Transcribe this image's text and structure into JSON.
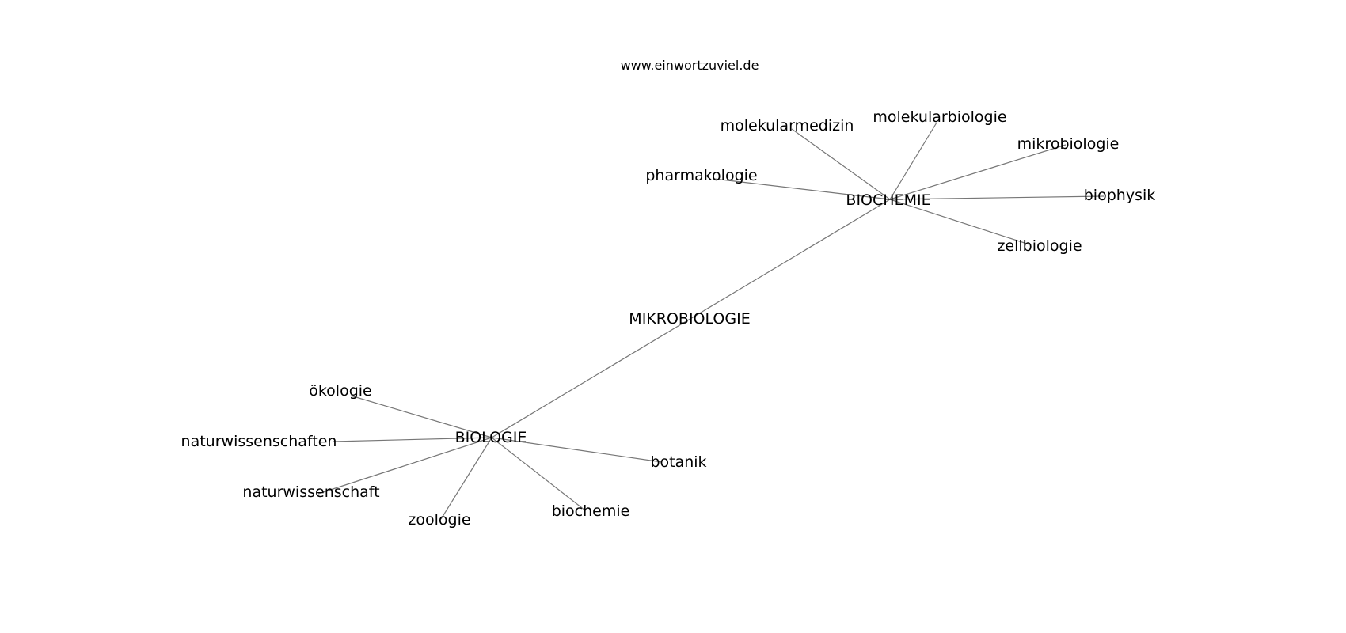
{
  "site_url": "www.einwortzuviel.de",
  "colors": {
    "background": "#ffffff",
    "edge": "#777777",
    "text": "#000000"
  },
  "nodes": [
    {
      "id": "mikrobiologie_center",
      "label": "MIKROBIOLOGIE"
    },
    {
      "id": "biochemie_hub",
      "label": "BIOCHEMIE"
    },
    {
      "id": "biologie_hub",
      "label": "BIOLOGIE"
    },
    {
      "id": "molekularmedizin",
      "label": "molekularmedizin"
    },
    {
      "id": "molekularbiologie",
      "label": "molekularbiologie"
    },
    {
      "id": "mikrobiologie",
      "label": "mikrobiologie"
    },
    {
      "id": "pharmakologie",
      "label": "pharmakologie"
    },
    {
      "id": "biophysik",
      "label": "biophysik"
    },
    {
      "id": "zellbiologie",
      "label": "zellbiologie"
    },
    {
      "id": "oekologie",
      "label": "ökologie"
    },
    {
      "id": "naturwissenschaften",
      "label": "naturwissenschaften"
    },
    {
      "id": "naturwissenschaft",
      "label": "naturwissenschaft"
    },
    {
      "id": "zoologie",
      "label": "zoologie"
    },
    {
      "id": "biochemie",
      "label": "biochemie"
    },
    {
      "id": "botanik",
      "label": "botanik"
    }
  ],
  "edges": [
    [
      "biochemie_hub",
      "biologie_hub"
    ],
    [
      "biochemie_hub",
      "molekularmedizin"
    ],
    [
      "biochemie_hub",
      "molekularbiologie"
    ],
    [
      "biochemie_hub",
      "mikrobiologie"
    ],
    [
      "biochemie_hub",
      "pharmakologie"
    ],
    [
      "biochemie_hub",
      "biophysik"
    ],
    [
      "biochemie_hub",
      "zellbiologie"
    ],
    [
      "biologie_hub",
      "oekologie"
    ],
    [
      "biologie_hub",
      "naturwissenschaften"
    ],
    [
      "biologie_hub",
      "naturwissenschaft"
    ],
    [
      "biologie_hub",
      "zoologie"
    ],
    [
      "biologie_hub",
      "biochemie"
    ],
    [
      "biologie_hub",
      "botanik"
    ]
  ]
}
